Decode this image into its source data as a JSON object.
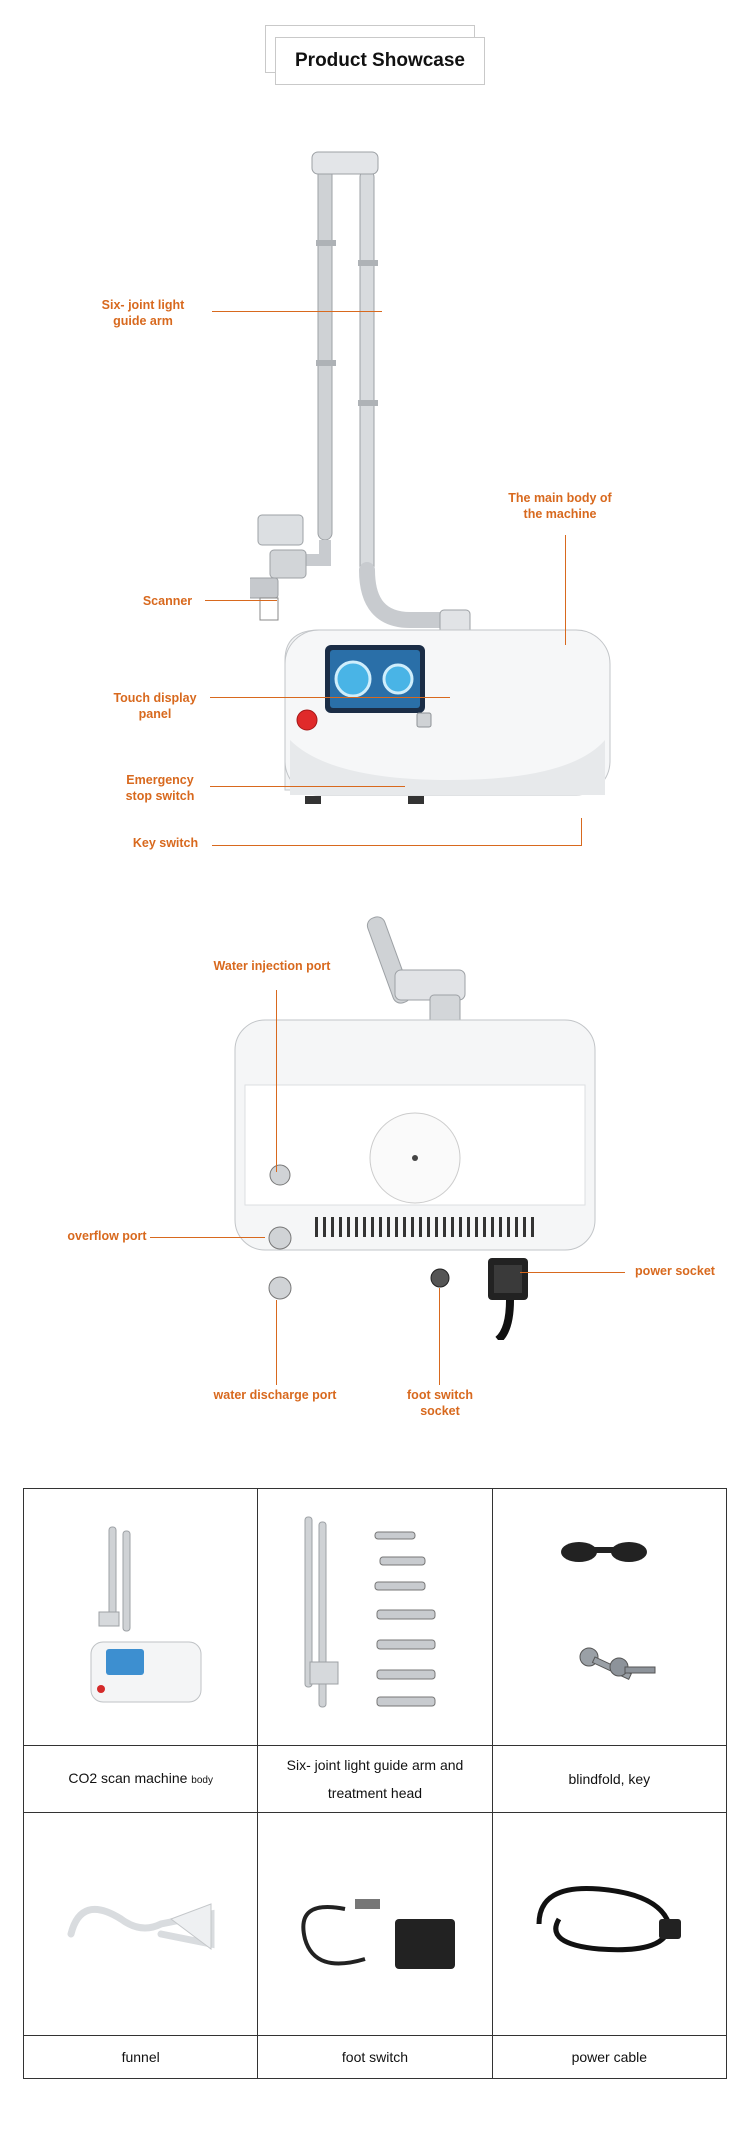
{
  "header": {
    "title": "Product Showcase"
  },
  "front_view": {
    "labels": {
      "arm": "Six- joint light guide arm",
      "scanner": "Scanner",
      "main_body": "The main body of the machine",
      "touch_panel": "Touch display panel",
      "emergency": "Emergency stop switch",
      "key_switch": "Key switch"
    }
  },
  "back_view": {
    "labels": {
      "water_injection": "Water injection port",
      "overflow": "overflow port",
      "power_socket": "power socket",
      "water_discharge": "water discharge port",
      "foot_switch_socket": "foot switch socket"
    }
  },
  "accessories": {
    "items": [
      {
        "name": "CO2 scan machine",
        "suffix": "body"
      },
      {
        "name": "Six- joint light guide arm and treatment head",
        "suffix": ""
      },
      {
        "name": "blindfold, key",
        "suffix": ""
      },
      {
        "name": "funnel",
        "suffix": ""
      },
      {
        "name": "foot switch",
        "suffix": ""
      },
      {
        "name": "power cable",
        "suffix": ""
      }
    ]
  },
  "colors": {
    "accent": "#d8691e",
    "border": "#333333"
  }
}
